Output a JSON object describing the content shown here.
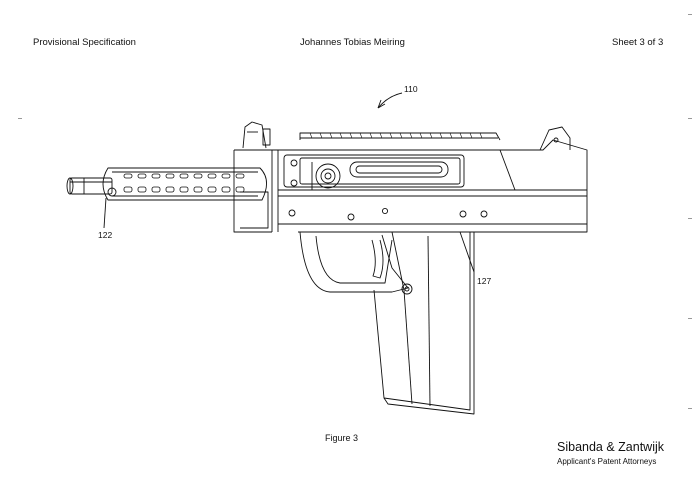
{
  "header": {
    "left": "Provisional Specification",
    "center": "Johannes Tobias Meiring",
    "right": "Sheet 3 of 3"
  },
  "references": {
    "r110": "110",
    "r122": "122",
    "r127": "127"
  },
  "figure": {
    "label": "Figure 3"
  },
  "footer": {
    "firm": "Sibanda & Zantwijk",
    "subtitle": "Applicant's Patent Attorneys"
  },
  "icons": {
    "drawing": "firearm-line-drawing-icon",
    "arrow": "reference-arrow-icon"
  },
  "colors": {
    "ink": "#111111",
    "paper": "#ffffff"
  }
}
